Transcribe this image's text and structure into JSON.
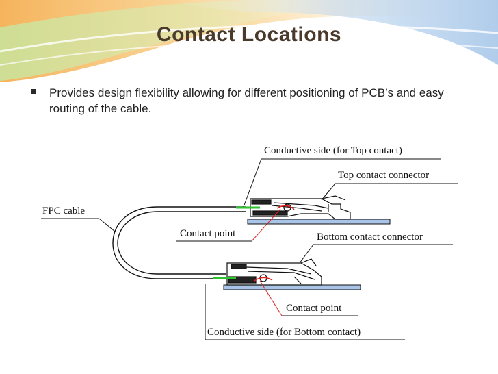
{
  "slide": {
    "title": "Contact Locations",
    "bullet": "Provides design flexibility allowing for different positioning of PCB’s and easy routing of the cable."
  },
  "diagram": {
    "labels": {
      "conductive_top": "Conductive side (for Top contact)",
      "top_connector": "Top contact connector",
      "fpc_cable": "FPC cable",
      "contact_point_top": "Contact point",
      "bottom_connector": "Bottom contact connector",
      "contact_point_bottom": "Contact point",
      "conductive_bottom": "Conductive side (for Bottom contact)"
    }
  },
  "colors": {
    "title": "#4a3a2c",
    "pcb_fill": "#a9c4e6",
    "conductive_green": "#2fc22f",
    "contact_red": "#e02020",
    "background_orange": "#f4a640",
    "background_green": "#b7d98a",
    "background_blue": "#bfd7ef"
  }
}
